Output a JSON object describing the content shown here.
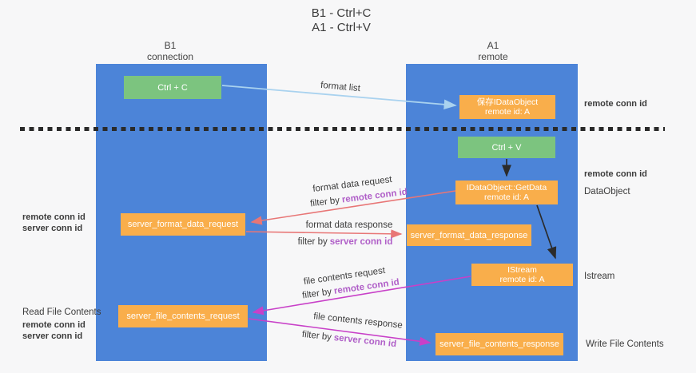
{
  "title": {
    "line1": "B1 - Ctrl+C",
    "line2": "A1 - Ctrl+V"
  },
  "lifelines": {
    "left": {
      "title": "B1",
      "subtitle": "connection"
    },
    "right": {
      "title": "A1",
      "subtitle": "remote"
    }
  },
  "nodes": {
    "ctrl_c": {
      "label": "Ctrl + C"
    },
    "save_idataobject": {
      "line1": "保存IDataObject",
      "line2": "remote id: A"
    },
    "ctrl_v": {
      "label": "Ctrl + V"
    },
    "getdata": {
      "line1": "IDataObject::GetData",
      "line2": "remote id: A"
    },
    "server_format_data_request": {
      "label": "server_format_data_request"
    },
    "server_format_data_response": {
      "label": "server_format_data_response"
    },
    "istream": {
      "line1": "IStream",
      "line2": "remote id: A"
    },
    "server_file_contents_request": {
      "label": "server_file_contents_request"
    },
    "server_file_contents_response": {
      "label": "server_file_contents_response"
    }
  },
  "arrow_labels": {
    "format_list": "format list",
    "format_data_request": "format data request",
    "format_data_response": "format data response",
    "file_contents_request": "file contents request",
    "file_contents_response": "file contents response",
    "filter_by": "filter by",
    "remote_conn_id": "remote conn id",
    "server_conn_id": "server conn id"
  },
  "side_labels": {
    "right_remote_conn_id_1": "remote conn id",
    "right_remote_conn_id_2": "remote conn id",
    "dataobject": "DataObject",
    "istream": "Istream",
    "write_file_contents": "Write File Contents",
    "left_remote_conn_id_1": "remote conn id",
    "left_server_conn_id_1": "server conn id",
    "read_file_contents": "Read File Contents",
    "left_remote_conn_id_2": "remote conn id",
    "left_server_conn_id_2": "server conn id"
  },
  "colors": {
    "bg": "#f7f7f8",
    "blue": "#4c84d8",
    "orange": "#f9ae4b",
    "green": "#7cc47f",
    "dash": "#2a2a2a",
    "arrow_blue": "#a9d2ef",
    "arrow_black": "#2b2b2b",
    "arrow_salmon": "#e87676",
    "arrow_magenta": "#c840c8",
    "text_purple": "#b05fc8",
    "text_green": "#57b356",
    "text_dark": "#3c3c3c"
  }
}
